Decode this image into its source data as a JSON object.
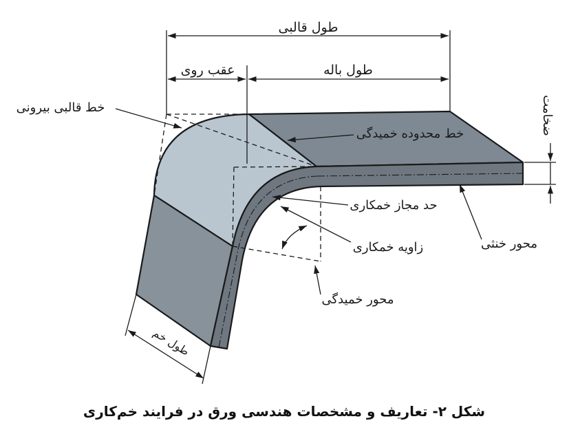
{
  "labels": {
    "flange_length_total": "طول قالبی",
    "setback": "عقب روی",
    "flange_length": "طول باله",
    "thickness": "ضخامت",
    "outer_mold_line": "خط قالبی بیرونی",
    "bend_tangent_line": "خط محدوده خمیدگی",
    "bend_allowance_limit": "حد مجاز خمکاری",
    "bend_angle": "زاویه خمکاری",
    "neutral_axis": "محور خنثی",
    "bend_axis": "محور خمیدگی",
    "bend_length": "طول خم"
  },
  "caption": "شکل ۲- تعاریف و مشخصات هندسی ورق در فرایند خم‌کاری",
  "colors": {
    "top_face": "#7f8993",
    "bend_face": "#b9c6d0",
    "side_face": "#88929b",
    "edge_face": "#6f7880",
    "line": "#1a1a1a"
  }
}
